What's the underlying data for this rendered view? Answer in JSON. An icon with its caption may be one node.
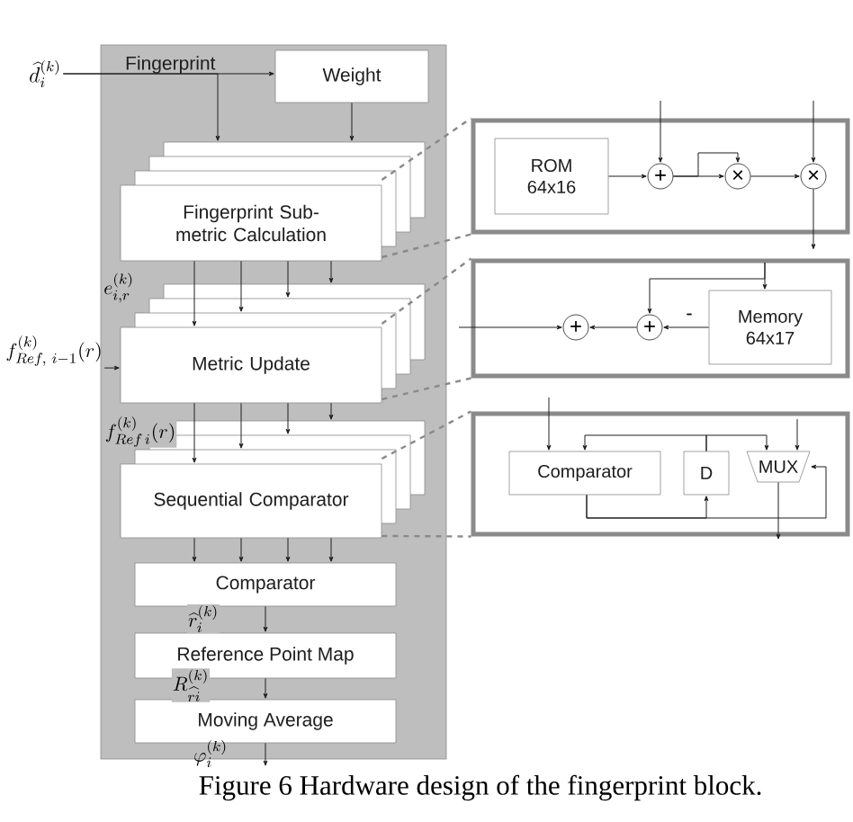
{
  "diagram": {
    "caption": "Figure 6 Hardware design of the fingerprint block.",
    "nodes": [
      {
        "text": [
          "Fingerprint"
        ]
      },
      {
        "text": [
          "\\widehat{d}_i^{(k)}"
        ]
      },
      {
        "text": [
          "Weight"
        ],
        "in": 0
      },
      {
        "text": [
          "Fingerprint Sub-metric Calculation"
        ],
        "in": 0
      },
      {
        "text": [
          "Metric Update"
        ],
        "in": 0
      },
      {
        "text": [
          "f_{Ref,\\ i-1}^{(k)}(r)"
        ]
      },
      {
        "text": [
          "Sequential Comparator"
        ],
        "in": 0
      },
      {
        "text": [
          "Comparator"
        ],
        "in": 0
      },
      {
        "text": [
          "Reference Point Map"
        ],
        "in": 0
      },
      {
        "text": [
          "Moving Average"
        ],
        "in": 0
      },
      {
        "text": [],
        "shape": "box"
      },
      {
        "text": [
          "ROM 64x16"
        ],
        "in": 10
      },
      {
        "text": [
          "+"
        ],
        "in": 10
      },
      {
        "text": [
          "×"
        ],
        "in": 10
      },
      {
        "text": [
          "×"
        ],
        "in": 10
      },
      {
        "text": [],
        "shape": "box"
      },
      {
        "text": [
          "+"
        ],
        "in": 15
      },
      {
        "text": [
          "+"
        ],
        "in": 15
      },
      {
        "text": [
          "Memory 64x17"
        ],
        "in": 15
      },
      {
        "text": [],
        "shape": "box"
      },
      {
        "text": [
          "Comparator"
        ],
        "in": 19
      },
      {
        "text": [
          "D"
        ],
        "in": 19
      },
      {
        "text": [
          "MUX"
        ],
        "in": 19
      }
    ],
    "edges": [
      {
        "from": 1,
        "to": 2,
        "arrow": "to"
      },
      {
        "from": 1,
        "to": 3,
        "arrow": "to"
      },
      {
        "from": 2,
        "to": 3,
        "arrow": "to"
      },
      {
        "from": 3,
        "to": 4,
        "arrow": "to",
        "label": "e_{i,r}^{(k)}"
      },
      {
        "from": 3,
        "to": 4,
        "arrow": "to"
      },
      {
        "from": 3,
        "to": 4,
        "arrow": "to"
      },
      {
        "from": 3,
        "to": 4,
        "arrow": "to"
      },
      {
        "from": 5,
        "to": 4,
        "arrow": "to"
      },
      {
        "from": 4,
        "to": 6,
        "arrow": "to",
        "label": "f_{Ref\\,i}^{(k)}(r)"
      },
      {
        "from": 4,
        "to": 6,
        "arrow": "to"
      },
      {
        "from": 4,
        "to": 6,
        "arrow": "to"
      },
      {
        "from": 4,
        "to": 6,
        "arrow": "to"
      },
      {
        "from": 6,
        "to": 7,
        "arrow": "to"
      },
      {
        "from": 6,
        "to": 7,
        "arrow": "to"
      },
      {
        "from": 6,
        "to": 7,
        "arrow": "to"
      },
      {
        "from": 6,
        "to": 7,
        "arrow": "to"
      },
      {
        "from": 7,
        "to": 8,
        "arrow": "to",
        "label": "\\widehat{r}_i^{(k)}"
      },
      {
        "from": 8,
        "to": 9,
        "arrow": "to",
        "label": "R_{\\widehat{ri}}^{(k)}"
      },
      {
        "from": 9,
        "to": null,
        "arrow": "to",
        "label": "\\varphi_i^{(k)}"
      },
      {
        "from": 11,
        "to": 12,
        "arrow": "to"
      },
      {
        "from": null,
        "to": 12,
        "arrow": "to"
      },
      {
        "from": 12,
        "to": 13,
        "arrow": "to"
      },
      {
        "from": 12,
        "to": 13,
        "arrow": "to"
      },
      {
        "from": 13,
        "to": 14,
        "arrow": "to"
      },
      {
        "from": null,
        "to": 14,
        "arrow": "to"
      },
      {
        "from": 14,
        "to": null,
        "arrow": "to"
      },
      {
        "from": null,
        "to": 18,
        "arrow": "to"
      },
      {
        "from": null,
        "to": 17,
        "arrow": "to"
      },
      {
        "from": 18,
        "to": 17,
        "arrow": "to",
        "label": "-"
      },
      {
        "from": 17,
        "to": 16,
        "arrow": "to"
      },
      {
        "from": null,
        "to": 16,
        "arrow": "to"
      },
      {
        "from": null,
        "to": 20,
        "arrow": "to"
      },
      {
        "from": 20,
        "to": 22,
        "arrow": "to"
      },
      {
        "from": 20,
        "to": 21,
        "arrow": "to"
      },
      {
        "from": 21,
        "to": 20,
        "arrow": "to"
      },
      {
        "from": 21,
        "to": 22,
        "arrow": "to"
      },
      {
        "from": null,
        "to": 22,
        "arrow": "to"
      },
      {
        "from": 22,
        "to": null,
        "arrow": "to"
      },
      {
        "from": 3,
        "to": 10,
        "arrow": "none",
        "style": "dashed",
        "color": "#8a8a8a"
      },
      {
        "from": 3,
        "to": 10,
        "arrow": "none",
        "style": "dashed",
        "color": "#8a8a8a"
      },
      {
        "from": 4,
        "to": 15,
        "arrow": "none",
        "style": "dashed",
        "color": "#8a8a8a"
      },
      {
        "from": 4,
        "to": 15,
        "arrow": "none",
        "style": "dashed",
        "color": "#8a8a8a"
      },
      {
        "from": 6,
        "to": 19,
        "arrow": "none",
        "style": "dashed",
        "color": "#8a8a8a"
      },
      {
        "from": 6,
        "to": 19,
        "arrow": "none",
        "style": "dashed",
        "color": "#8a8a8a"
      }
    ]
  }
}
